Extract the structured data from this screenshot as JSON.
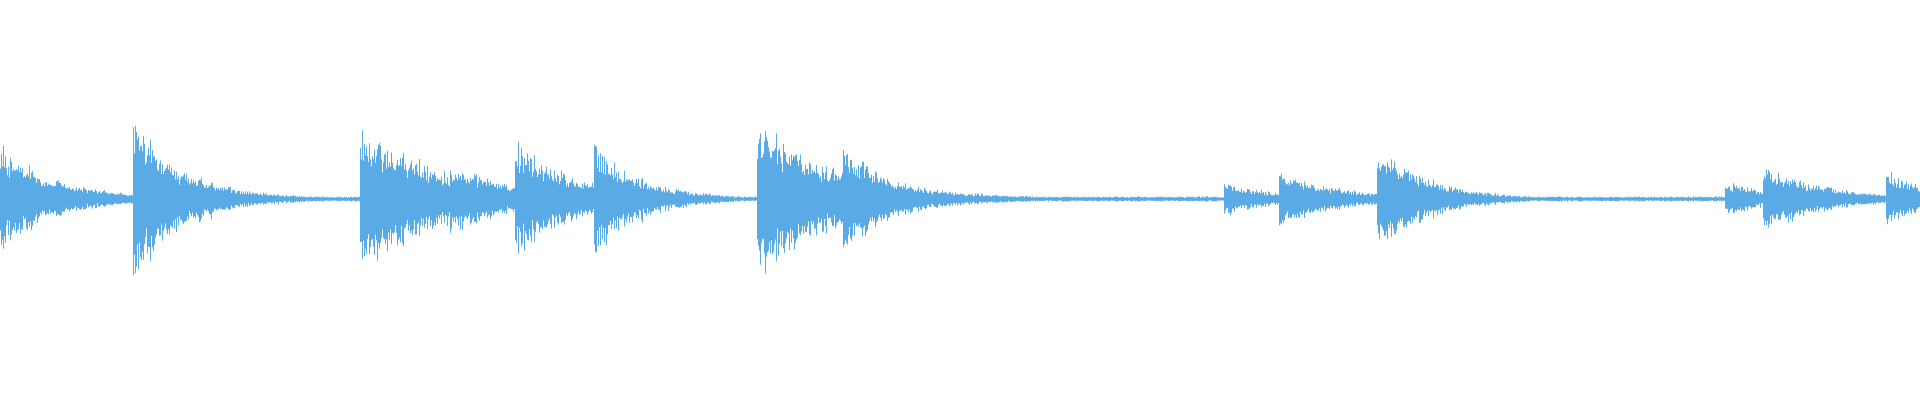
{
  "waveform": {
    "color": "#5aabe5",
    "background": "#ffffff",
    "noise_floor": 0.02,
    "transients": [
      {
        "t": 0.0,
        "amp": 0.4,
        "decay": 0.065
      },
      {
        "t": 0.069,
        "amp": 0.62,
        "decay": 0.06
      },
      {
        "t": 0.187,
        "amp": 0.55,
        "decay": 0.11
      },
      {
        "t": 0.234,
        "amp": 0.28,
        "decay": 0.08
      },
      {
        "t": 0.268,
        "amp": 0.47,
        "decay": 0.07
      },
      {
        "t": 0.309,
        "amp": 0.45,
        "decay": 0.055
      },
      {
        "t": 0.394,
        "amp": 0.62,
        "decay": 0.095
      },
      {
        "t": 0.439,
        "amp": 0.42,
        "decay": 0.06
      },
      {
        "t": 0.637,
        "amp": 0.14,
        "decay": 0.06
      },
      {
        "t": 0.666,
        "amp": 0.22,
        "decay": 0.07
      },
      {
        "t": 0.717,
        "amp": 0.42,
        "decay": 0.06
      },
      {
        "t": 0.898,
        "amp": 0.14,
        "decay": 0.06
      },
      {
        "t": 0.918,
        "amp": 0.27,
        "decay": 0.07
      },
      {
        "t": 0.982,
        "amp": 0.22,
        "decay": 0.06
      }
    ]
  }
}
